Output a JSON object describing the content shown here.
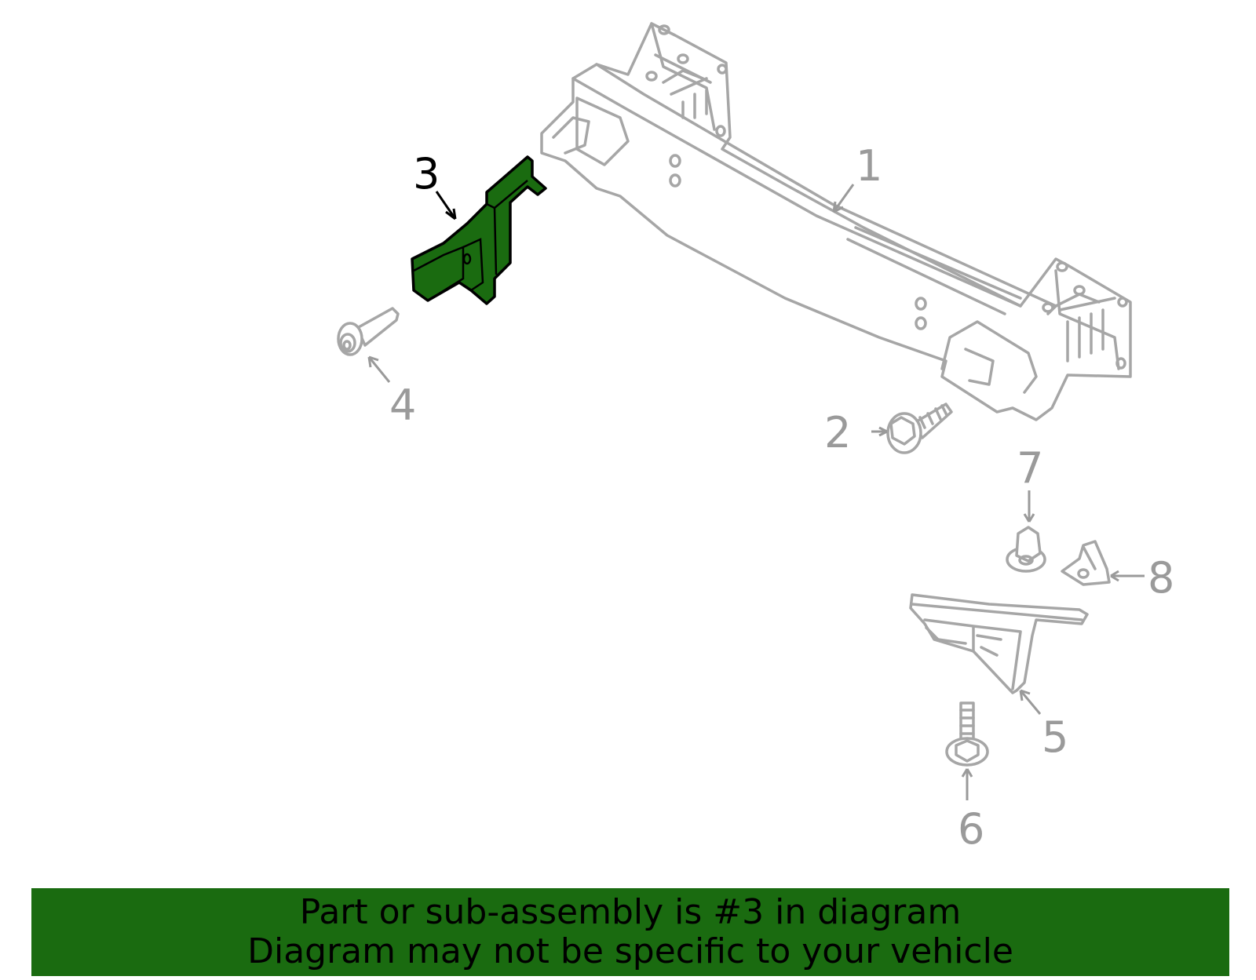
{
  "colors": {
    "highlight": "#1a6b10",
    "outline": "#a6a6a6",
    "banner_bg": "#1a6b10",
    "banner_text": "#000000"
  },
  "callouts": [
    {
      "label": "1",
      "part": "bumper-reinforcement-beam"
    },
    {
      "label": "2",
      "part": "hex-flange-bolt"
    },
    {
      "label": "3",
      "part": "mounting-bracket",
      "highlighted": true
    },
    {
      "label": "4",
      "part": "bolt"
    },
    {
      "label": "5",
      "part": "lower-bracket"
    },
    {
      "label": "6",
      "part": "hex-bolt"
    },
    {
      "label": "7",
      "part": "clip"
    },
    {
      "label": "8",
      "part": "retainer-clip"
    }
  ],
  "banner": {
    "line1": "Part or sub-assembly is #3 in diagram",
    "line2": "Diagram may not be specific to your vehicle"
  }
}
